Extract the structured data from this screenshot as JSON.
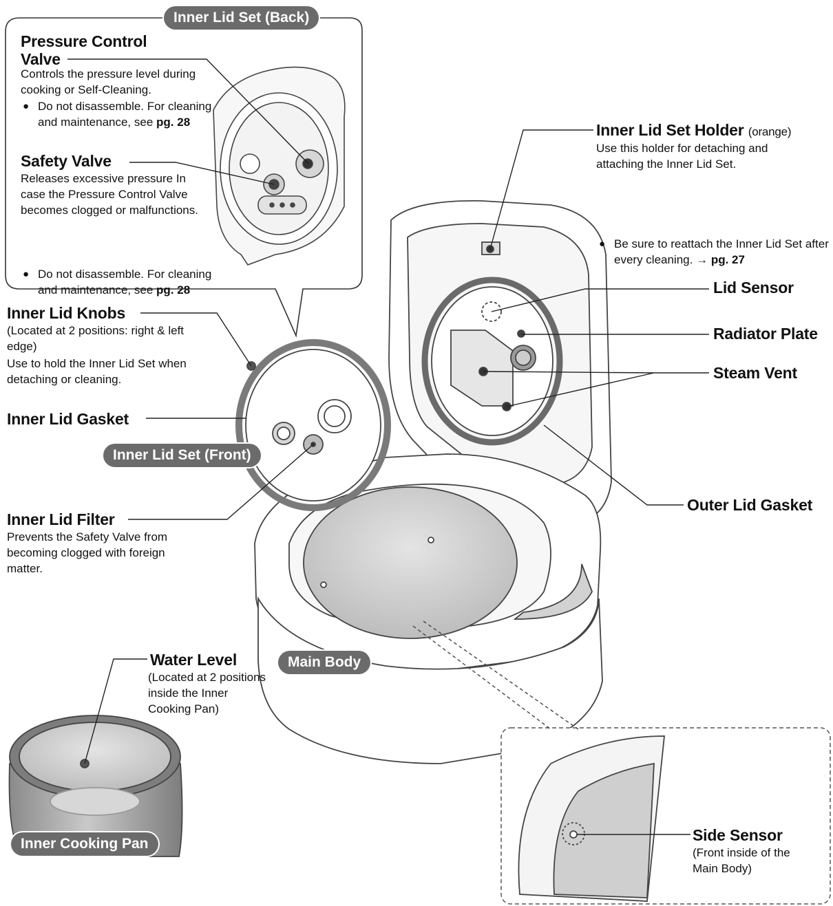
{
  "back_panel": {
    "title": "Inner Lid Set (Back)",
    "pressure_valve": {
      "name_line1": "Pressure Control",
      "name_line2": "Valve",
      "desc": "Controls the pressure level during cooking or Self-Cleaning.",
      "note": "Do not disassemble. For cleaning and maintenance, see",
      "ref": "pg. 28"
    },
    "safety_valve": {
      "name": "Safety Valve",
      "desc": "Releases excessive pressure In case the Pressure Control Valve becomes clogged or malfunctions.",
      "note": "Do not disassemble. For cleaning and maintenance, see",
      "ref": "pg. 28"
    }
  },
  "holder": {
    "name": "Inner Lid Set Holder",
    "suffix": "(orange)",
    "desc": "Use this holder for detaching and attaching the Inner Lid Set.",
    "note": "Be sure to reattach the Inner Lid Set after every cleaning. →",
    "ref": "pg. 27"
  },
  "labels": {
    "lid_sensor": "Lid Sensor",
    "radiator_plate": "Radiator Plate",
    "steam_vent": "Steam Vent",
    "outer_lid_gasket": "Outer Lid Gasket",
    "inner_lid_gasket": "Inner Lid Gasket",
    "inner_lid_set_front": "Inner Lid Set (Front)",
    "main_body": "Main Body",
    "inner_cooking_pan": "Inner Cooking Pan"
  },
  "knobs": {
    "name": "Inner Lid Knobs",
    "location": "(Located at 2 positions: right & left edge)",
    "desc": "Use to hold the Inner Lid Set when detaching or cleaning."
  },
  "filter": {
    "name": "Inner Lid Filter",
    "desc": "Prevents the Safety Valve from becoming clogged with foreign matter."
  },
  "water_level": {
    "name": "Water Level",
    "desc": "(Located at 2 positions inside the Inner Cooking Pan)"
  },
  "side_sensor": {
    "name": "Side Sensor",
    "desc": "(Front inside of the Main Body)"
  }
}
